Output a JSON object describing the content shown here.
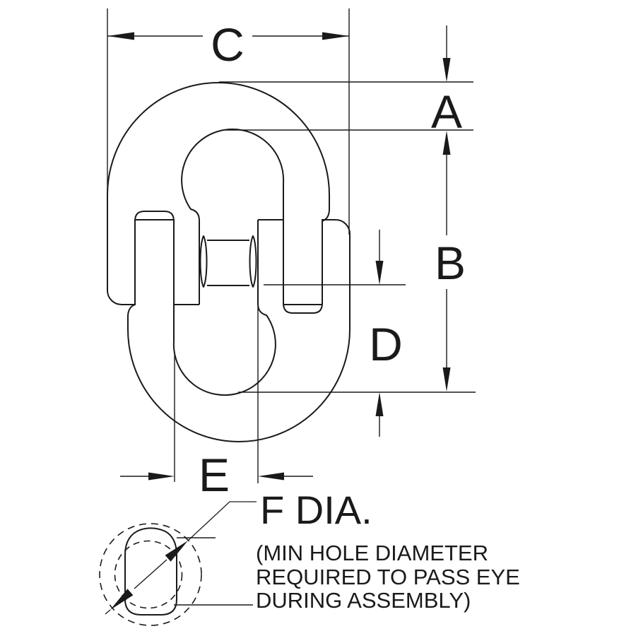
{
  "drawing": {
    "dimension_labels": {
      "c": "C",
      "a": "A",
      "b": "B",
      "d": "D",
      "e": "E"
    },
    "detail_callout": {
      "label": "F DIA.",
      "note_line1": "(MIN HOLE DIAMETER",
      "note_line2": "REQUIRED TO PASS EYE",
      "note_line3": "DURING ASSEMBLY)"
    },
    "colors": {
      "line": "#1a1a1a",
      "background": "#ffffff"
    }
  }
}
